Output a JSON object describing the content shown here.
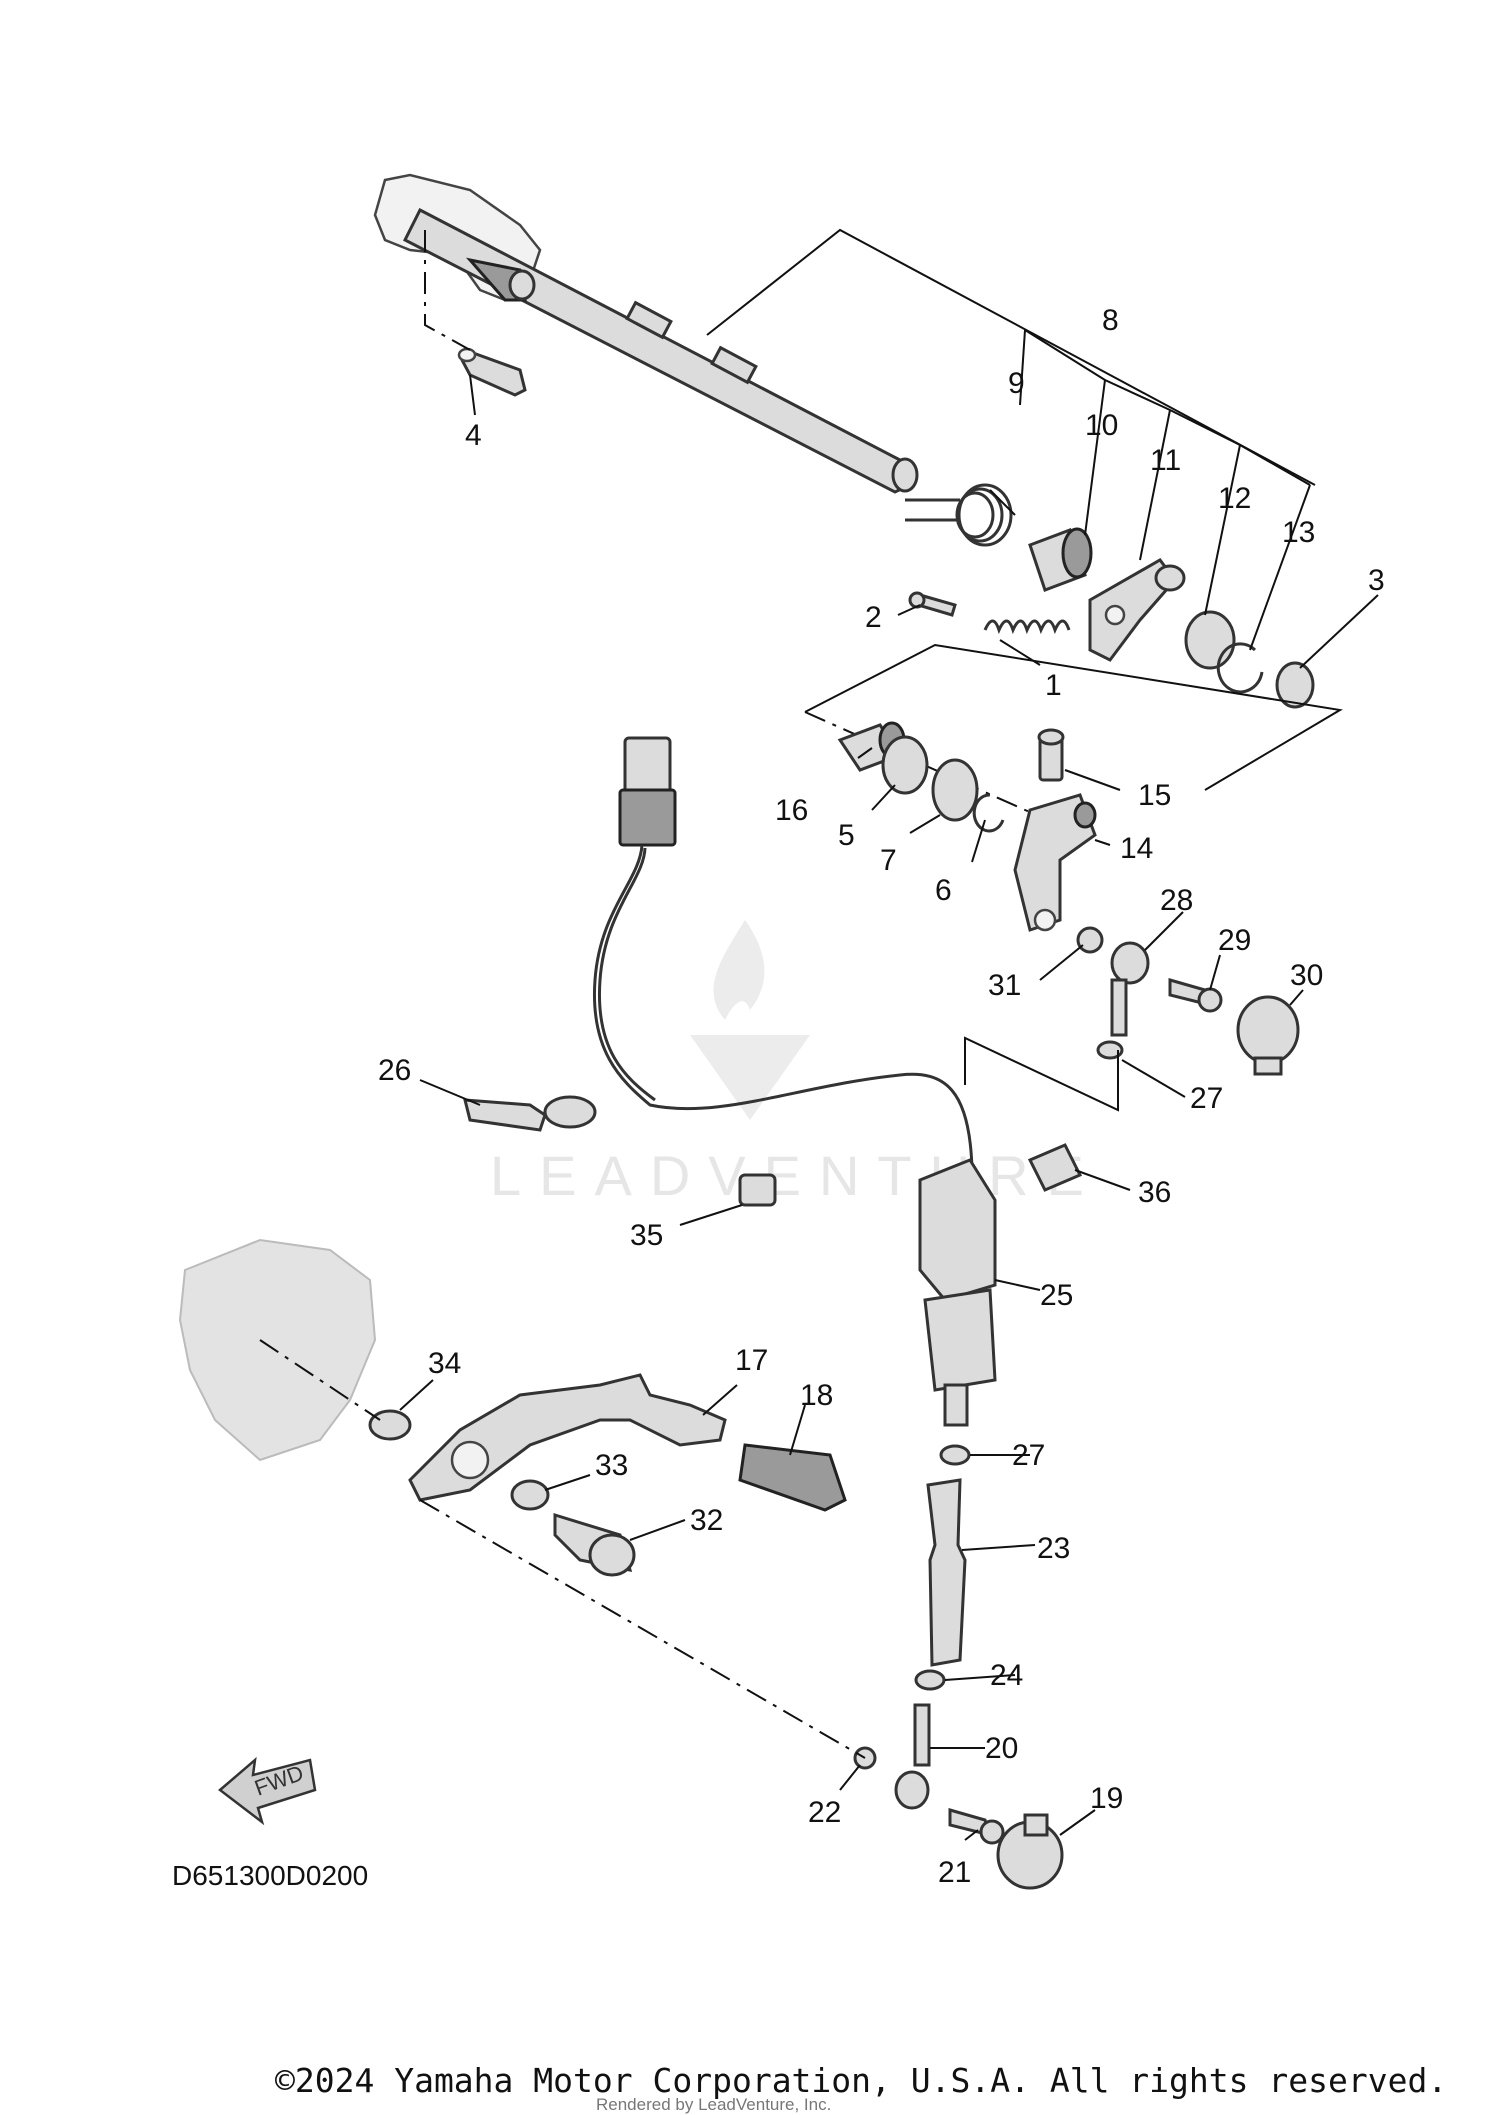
{
  "diagram": {
    "code": "D651300D0200",
    "copyright": "©2024 Yamaha Motor Corporation, U.S.A. All rights reserved.",
    "rendered_by": "Rendered by LeadVenture, Inc.",
    "watermark": "LEADVENTURE",
    "fwd_label": "FWD",
    "callouts": {
      "c1": "1",
      "c2": "2",
      "c3": "3",
      "c4": "4",
      "c5": "5",
      "c6": "6",
      "c7": "7",
      "c8": "8",
      "c9": "9",
      "c10": "10",
      "c11": "11",
      "c12": "12",
      "c13": "13",
      "c14": "14",
      "c15": "15",
      "c16": "16",
      "c17": "17",
      "c18": "18",
      "c19": "19",
      "c20": "20",
      "c21": "21",
      "c22": "22",
      "c23": "23",
      "c24": "24",
      "c25": "25",
      "c26": "26",
      "c27a": "27",
      "c27b": "27",
      "c28": "28",
      "c29": "29",
      "c30": "30",
      "c31": "31",
      "c32": "32",
      "c33": "33",
      "c34": "34",
      "c35": "35",
      "c36": "36"
    }
  }
}
